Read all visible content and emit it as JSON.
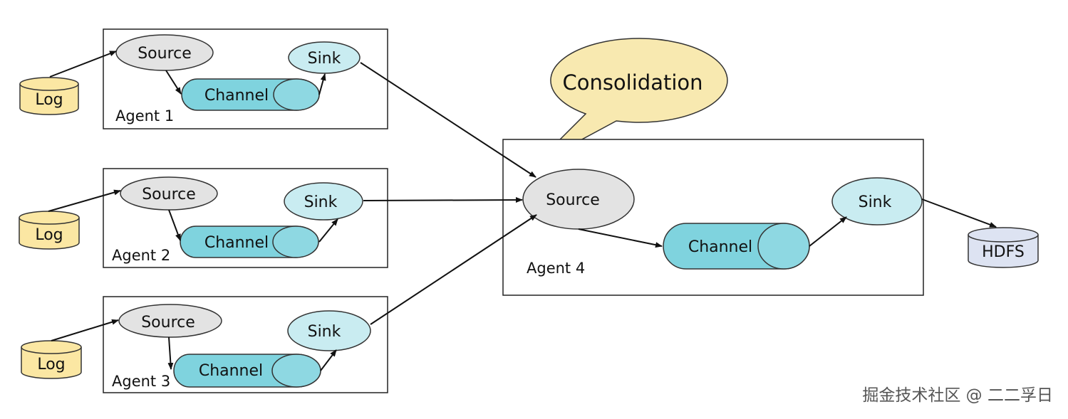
{
  "agents": [
    {
      "label": "Agent 1",
      "source": "Source",
      "channel": "Channel",
      "sink": "Sink",
      "log": "Log"
    },
    {
      "label": "Agent 2",
      "source": "Source",
      "channel": "Channel",
      "sink": "Sink",
      "log": "Log"
    },
    {
      "label": "Agent 3",
      "source": "Source",
      "channel": "Channel",
      "sink": "Sink",
      "log": "Log"
    }
  ],
  "consolidator": {
    "label": "Agent 4",
    "source": "Source",
    "channel": "Channel",
    "sink": "Sink",
    "callout": "Consolidation",
    "target": "HDFS"
  },
  "watermark": "掘金技术社区 @ 二二孚日",
  "colors": {
    "source_fill": "#e3e3e3",
    "sink_fill": "#c9ecf1",
    "channel_fill": "#7fd3de",
    "log_fill": "#fbe7a3",
    "hdfs_fill": "#dde3f2",
    "callout_fill": "#f8e9b0"
  }
}
